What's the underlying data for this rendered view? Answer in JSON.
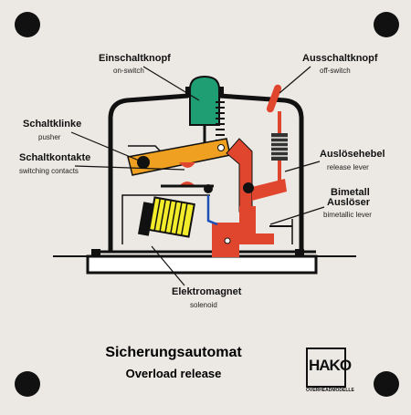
{
  "labels": {
    "einschaltknopf": {
      "de": "Einschaltknopf",
      "en": "on-switch"
    },
    "ausschaltknopf": {
      "de": "Ausschaltknopf",
      "en": "off-switch"
    },
    "schaltklinke": {
      "de": "Schaltklinke",
      "en": "pusher"
    },
    "schaltkontakte": {
      "de": "Schaltkontakte",
      "en": "switching contacts"
    },
    "ausloesehebel": {
      "de": "Auslösehebel",
      "en": "release lever"
    },
    "bimetall": {
      "de1": "Bimetall",
      "de2": "Auslöser",
      "en": "bimetallic lever"
    },
    "elektromagnet": {
      "de": "Elektromagnet",
      "en": "solenoid"
    }
  },
  "title": {
    "de": "Sicherungsautomat",
    "en": "Overload release"
  },
  "logo": {
    "text": "HAKO",
    "sub": "OVERHEADMODELLE"
  },
  "colors": {
    "background": "#ece9e4",
    "on_switch": "#1f9e74",
    "off_switch": "#e0462e",
    "pusher": "#f0a020",
    "release_lever": "#e0462e",
    "solenoid": "#f2ec2a",
    "frame": "#111111",
    "bimetal": "#1c4fb8"
  }
}
